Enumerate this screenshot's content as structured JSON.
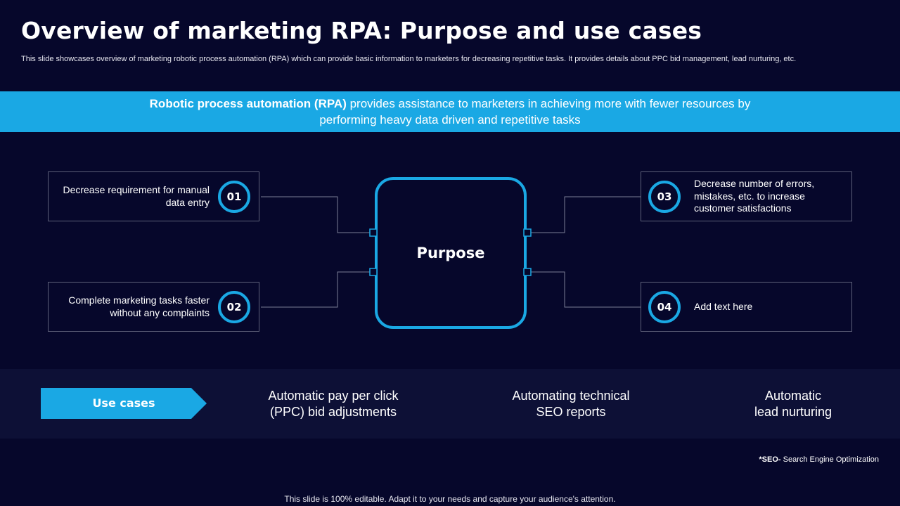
{
  "title": "Overview of marketing RPA: Purpose and use cases",
  "subtitle": "This slide showcases overview of marketing robotic process automation (RPA) which can provide basic information to marketers for decreasing repetitive tasks. It provides details about PPC bid management, lead nurturing, etc.",
  "banner": {
    "bold": "Robotic process automation (RPA)",
    "rest": " provides assistance to marketers in achieving more with fewer resources by performing heavy data driven and repetitive tasks"
  },
  "center_label": "Purpose",
  "items": [
    {
      "num": "01",
      "text": "Decrease requirement for manual data entry"
    },
    {
      "num": "02",
      "text": "Complete marketing tasks faster without any complaints"
    },
    {
      "num": "03",
      "text": "Decrease number of errors, mistakes, etc. to increase customer satisfactions"
    },
    {
      "num": "04",
      "text": "Add text here"
    }
  ],
  "use_cases": {
    "label": "Use cases",
    "items": [
      "Automatic pay per click\n(PPC) bid adjustments",
      "Automating technical\nSEO reports",
      "Automatic\nlead nurturing"
    ]
  },
  "footnote": {
    "abbr": "*SEO-",
    "text": " Search Engine  Optimization"
  },
  "footer": "This slide is 100% editable. Adapt it to your needs and capture your audience's attention.",
  "colors": {
    "background": "#06072b",
    "accent": "#1aa8e4",
    "band": "#0d1036",
    "border": "#5d6079"
  }
}
